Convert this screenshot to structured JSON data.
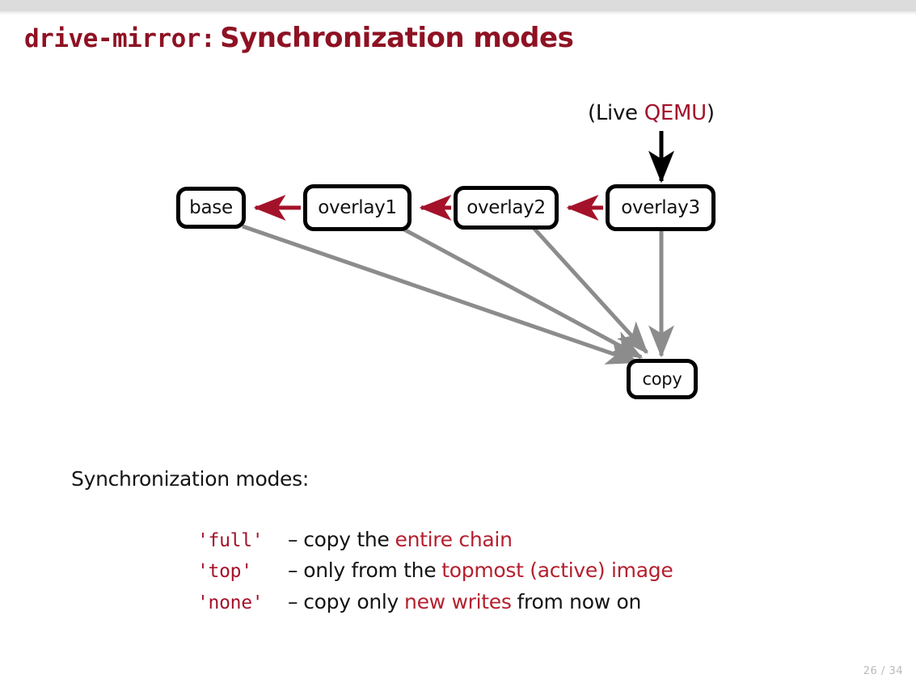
{
  "slide": {
    "title_mono": "drive-mirror:",
    "title_sans": "Synchronization modes",
    "title_color": "#8e1223",
    "page_number": "26 / 34"
  },
  "diagram": {
    "live_label_open": "(Live ",
    "live_label_accent": "QEMU",
    "live_label_close": ")",
    "nodes": [
      {
        "id": "base",
        "label": "base"
      },
      {
        "id": "overlay1",
        "label": "overlay1"
      },
      {
        "id": "overlay2",
        "label": "overlay2"
      },
      {
        "id": "overlay3",
        "label": "overlay3"
      },
      {
        "id": "copy",
        "label": "copy"
      }
    ],
    "backing_arrow_color": "#a4122a",
    "copy_arrow_color": "#8c8c8c",
    "input_arrow_color": "#000000"
  },
  "body": {
    "heading": "Synchronization modes:",
    "modes": [
      {
        "key": "'full'",
        "dash": "–",
        "plain_before": "copy the",
        "accent": "entire chain",
        "plain_after": ""
      },
      {
        "key": "'top'",
        "dash": "–",
        "plain_before": "only from the",
        "accent": "topmost (active) image",
        "plain_after": ""
      },
      {
        "key": "'none'",
        "dash": "–",
        "plain_before": "copy only",
        "accent": "new writes",
        "plain_after": "from now on"
      }
    ]
  }
}
